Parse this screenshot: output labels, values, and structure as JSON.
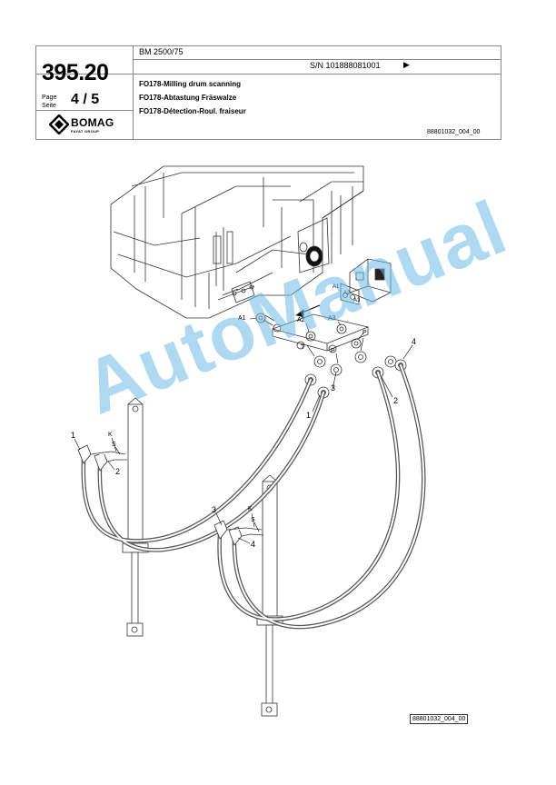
{
  "header": {
    "model": "BM 2500/75",
    "serial": "S/N 101888081001",
    "serial_arrow": "▶",
    "section_code": "395.20",
    "page_label_en": "Page",
    "page_label_de": "Seite",
    "page_number": "4 / 5",
    "titles": [
      "FO178-Milling drum scanning",
      "FO178-Abtastung Fräswalze",
      "FO178-Détection-Roul. fraiseur"
    ],
    "drawing_number": "88801032_004_00"
  },
  "brand": {
    "name": "BOMAG",
    "sub": "FAYAT GROUP",
    "logo_icon": "bomag-diamond-logo"
  },
  "callouts": {
    "one": "1",
    "two": "2",
    "three": "3",
    "four": "4",
    "a1": "A1",
    "a2": "A2",
    "a3": "A3",
    "t": "T",
    "p": "P",
    "k": "K",
    "s": "S"
  },
  "watermark": "AutoManual",
  "footer": {
    "drawing_number": "88801032_004_00"
  },
  "colors": {
    "watermark": "#6eb9e6",
    "line": "#333333",
    "hose": "#555555"
  }
}
